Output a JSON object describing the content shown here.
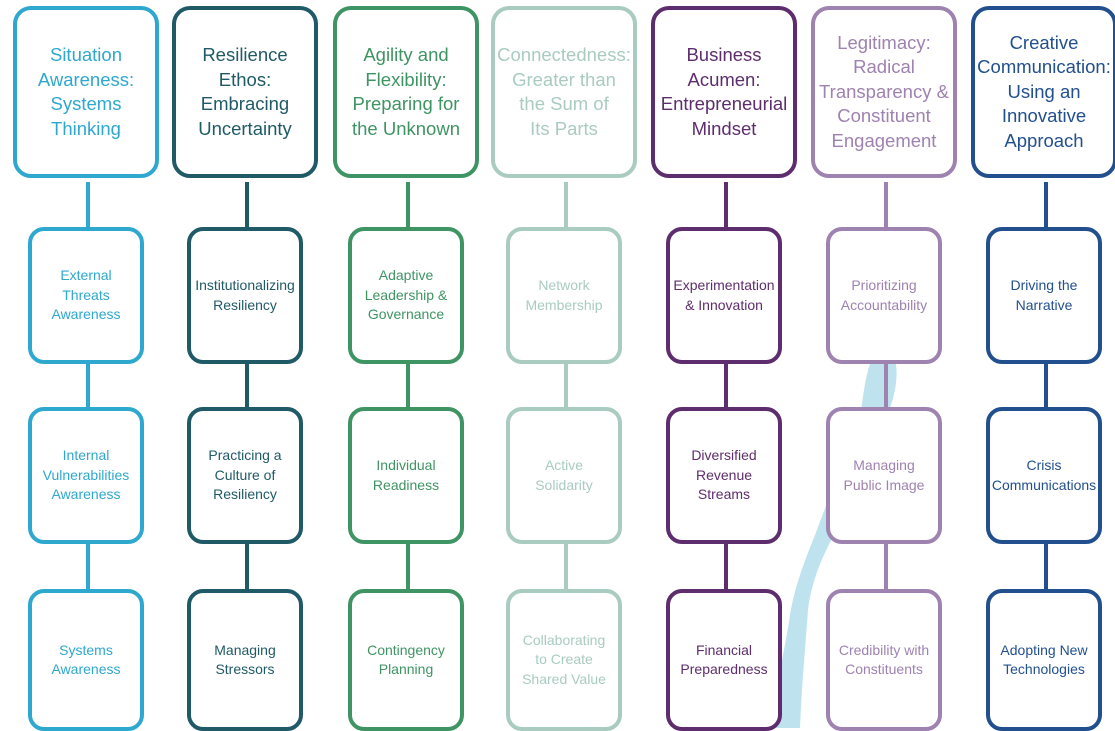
{
  "columns": [
    {
      "color": "#2ea8cf",
      "heading": "Situation\nAwareness:\nSystems\nThinking",
      "items": [
        "External\nThreats\nAwareness",
        "Internal\nVulnerabilities\nAwareness",
        "Systems\nAwareness"
      ]
    },
    {
      "color": "#1f5a66",
      "heading": "Resilience\nEthos:\nEmbracing\nUncertainty",
      "items": [
        "Institutionalizing\nResiliency",
        "Practicing a\nCulture of\nResiliency",
        "Managing\nStressors"
      ]
    },
    {
      "color": "#3f9463",
      "heading": "Agility and\nFlexibility:\nPreparing for\nthe Unknown",
      "items": [
        "Adaptive\nLeadership &\nGovernance",
        "Individual\nReadiness",
        "Contingency\nPlanning"
      ]
    },
    {
      "color": "#a9cbc0",
      "heading": "Connectedness:\nGreater than\nthe Sum of\nIts Parts",
      "items": [
        "Network\nMembership",
        "Active\nSolidarity",
        "Collaborating\nto Create\nShared Value"
      ]
    },
    {
      "color": "#5e2d6d",
      "heading": "Business\nAcumen:\nEntrepreneurial\nMindset",
      "items": [
        "Experimentation\n& Innovation",
        "Diversified\nRevenue\nStreams",
        "Financial\nPreparedness"
      ]
    },
    {
      "color": "#9e82b0",
      "heading": "Legitimacy:\nRadical\nTransparency &\nConstituent\nEngagement",
      "items": [
        "Prioritizing\nAccountability",
        "Managing\nPublic Image",
        "Credibility with\nConstituents"
      ]
    },
    {
      "color": "#22508f",
      "heading": "Creative\nCommunication:\nUsing an\nInnovative\nApproach",
      "items": [
        "Driving the\nNarrative",
        "Crisis\nCommunications",
        "Adopting New\nTechnologies"
      ]
    }
  ]
}
